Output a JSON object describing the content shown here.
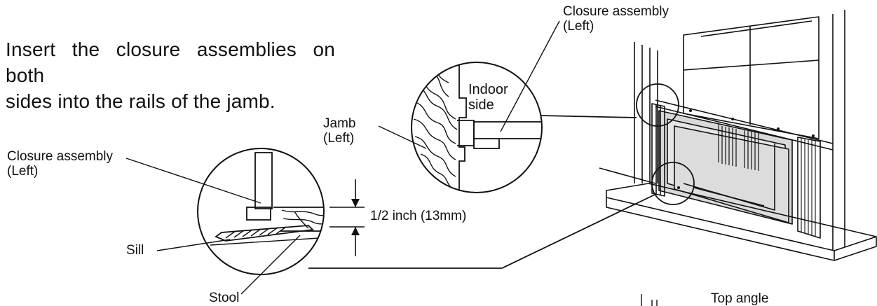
{
  "instruction": {
    "line1": "Insert  the closure assemblies on both",
    "line2": "sides into the rails of the jamb."
  },
  "labels": {
    "closure_top": [
      "Closure assembly",
      "(Left)"
    ],
    "closure_left": [
      "Closure assembly",
      "(Left)"
    ],
    "jamb": [
      "Jamb",
      "(Left)"
    ],
    "indoor_side": [
      "Indoor",
      "side"
    ],
    "dimension": "1/2 inch (13mm)",
    "sill": "Sill",
    "stool": "Stool",
    "top_angle": "Top angle"
  }
}
